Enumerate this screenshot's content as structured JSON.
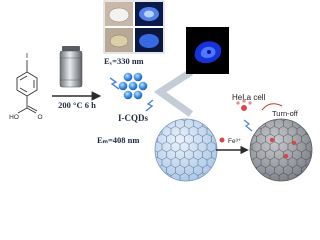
{
  "figure": {
    "reaction": {
      "condition": "200 °C 6 h"
    },
    "product": {
      "name": "I-CQDs"
    },
    "excitation": {
      "label": "Eₓ=330 nm"
    },
    "emission": {
      "label": "Eₘ=408 nm"
    },
    "cell": {
      "label": "HeLa cell"
    },
    "detection": {
      "label": "Turn-off"
    },
    "ion": {
      "label": "Fe³⁺"
    },
    "reactant_atoms": {
      "iodine": "I",
      "hydroxyl": "HO",
      "oxygen": "O"
    }
  },
  "colors": {
    "dot_blue": "#3b8ee6",
    "arrow_dark": "#2b2b2b",
    "sheet_blue": "#b9d1ec",
    "sheet_gray": "#8a8d93",
    "fluorescence": "#1a3cff",
    "dark_bg": "#000000"
  }
}
